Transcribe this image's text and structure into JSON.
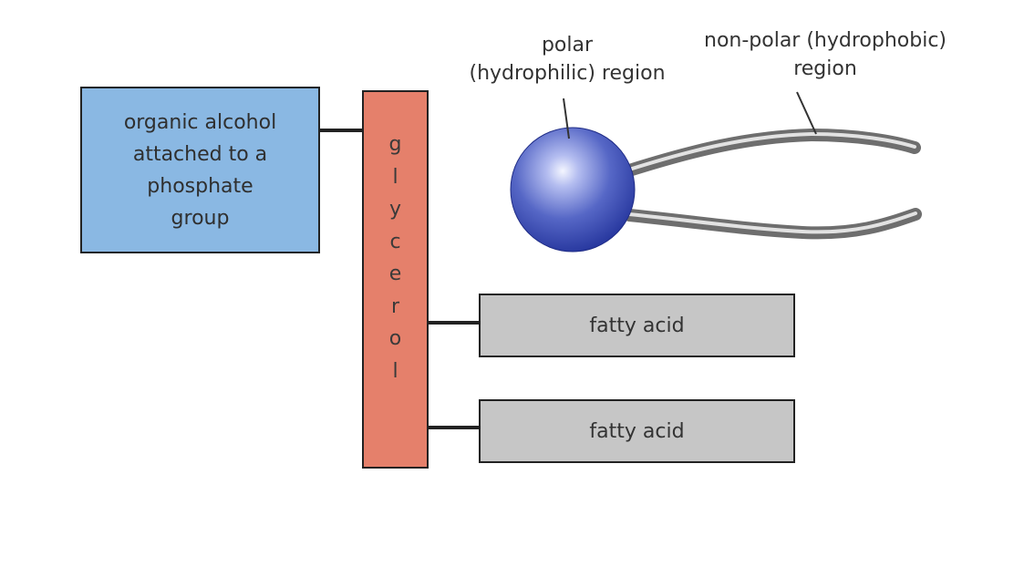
{
  "organic_alcohol_box": {
    "lines": [
      "organic alcohol",
      "attached to a",
      "phosphate",
      "group"
    ]
  },
  "glycerol": {
    "letters": [
      "g",
      "l",
      "y",
      "c",
      "e",
      "r",
      "o",
      "l"
    ]
  },
  "fatty_acids": [
    {
      "label": "fatty acid"
    },
    {
      "label": "fatty acid"
    }
  ],
  "labels": {
    "polar_line1": "polar",
    "polar_line2": "(hydrophilic) region",
    "nonpolar_line1": "non-polar (hydrophobic)",
    "nonpolar_line2": "region"
  },
  "colors": {
    "alcohol_box": "#8ab8e3",
    "glycerol_box": "#e5806b",
    "fatty_acid_box": "#c6c6c6",
    "polar_head": "#3b4fb8",
    "tails": "#8f8f8f"
  }
}
